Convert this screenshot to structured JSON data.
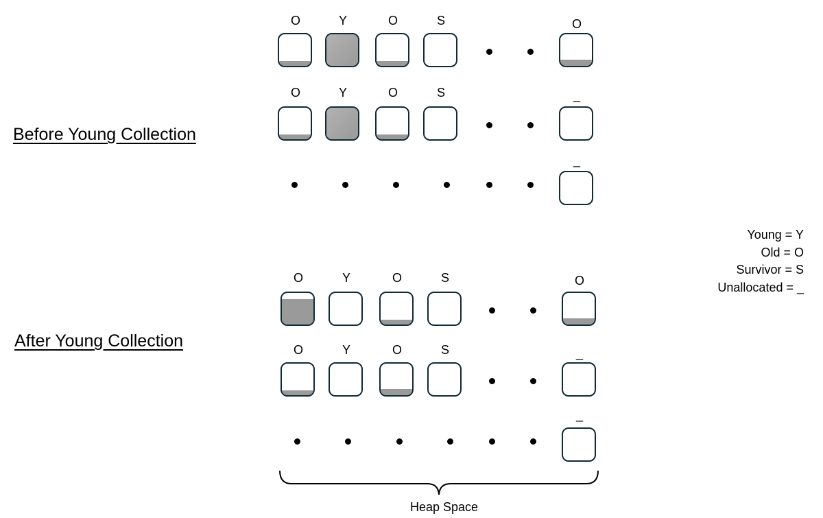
{
  "sections": [
    {
      "title": "Before Young Collection",
      "rows": [
        {
          "kind": "cells",
          "cells": [
            {
              "label": "O",
              "fill": 0.15
            },
            {
              "label": "Y",
              "fill": 1.0
            },
            {
              "label": "O",
              "fill": 0.15
            },
            {
              "label": "S",
              "fill": 0.0
            },
            {
              "label": "O",
              "fill": 0.2
            }
          ]
        },
        {
          "kind": "cells",
          "cells": [
            {
              "label": "O",
              "fill": 0.15
            },
            {
              "label": "Y",
              "fill": 1.0
            },
            {
              "label": "O",
              "fill": 0.15
            },
            {
              "label": "S",
              "fill": 0.0
            },
            {
              "label": "_",
              "fill": 0.0
            }
          ]
        },
        {
          "kind": "dots",
          "cells": [
            {
              "label": "_",
              "fill": 0.0
            }
          ]
        }
      ]
    },
    {
      "title": "After Young Collection",
      "rows": [
        {
          "kind": "cells",
          "cells": [
            {
              "label": "O",
              "fill": 0.8
            },
            {
              "label": "Y",
              "fill": 0.0
            },
            {
              "label": "O",
              "fill": 0.15
            },
            {
              "label": "S",
              "fill": 0.0
            },
            {
              "label": "O",
              "fill": 0.2
            }
          ]
        },
        {
          "kind": "cells",
          "cells": [
            {
              "label": "O",
              "fill": 0.15
            },
            {
              "label": "Y",
              "fill": 0.0
            },
            {
              "label": "O",
              "fill": 0.2
            },
            {
              "label": "S",
              "fill": 0.0
            },
            {
              "label": "_",
              "fill": 0.0
            }
          ]
        },
        {
          "kind": "dots",
          "cells": [
            {
              "label": "_",
              "fill": 0.0
            }
          ]
        }
      ]
    }
  ],
  "legend": [
    "Young = Y",
    "Old = O",
    "Survivor = S",
    "Unallocated = _"
  ],
  "heap_label": "Heap Space",
  "colors": {
    "border": "#0f2a36",
    "fill": "#9a9a9a",
    "fill_full": "#aaaaaa"
  }
}
